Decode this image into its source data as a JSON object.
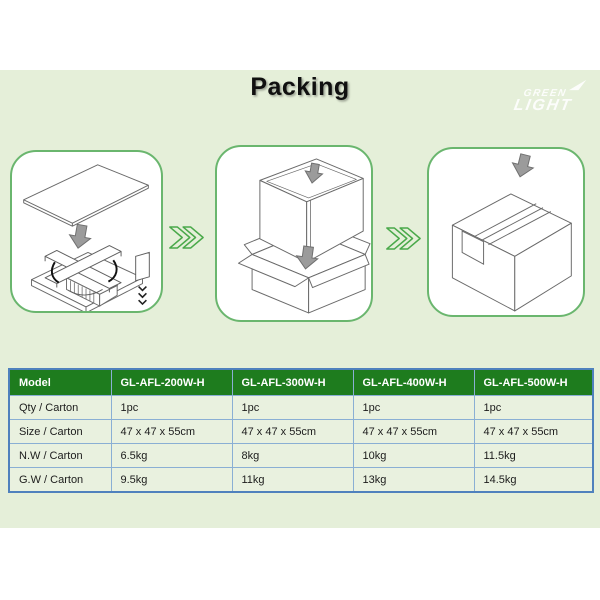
{
  "page": {
    "title": "Packing"
  },
  "brand": {
    "name": "GREEN LIGHT",
    "line1": "GREEN",
    "line2": "LIGHT"
  },
  "colors": {
    "band_bg": "#e5efd9",
    "panel_border": "#6ab66e",
    "chevron_green": "#4aa94a",
    "arrow_gray": "#9b9b9b",
    "table_header_bg": "#1e7c1e",
    "table_border_outer": "#4f81bd",
    "table_border_inner": "#8aafd4",
    "table_cell_bg": "#e9f1df"
  },
  "steps": [
    {
      "icon": "fixture-in-foam-packing-diagram"
    },
    {
      "icon": "inner-box-into-carton-diagram"
    },
    {
      "icon": "sealed-carton-diagram"
    }
  ],
  "icons": {
    "step_arrow": "double-chevron-right",
    "pack_arrow": "down-arrow"
  },
  "table": {
    "header": [
      "Model",
      "GL-AFL-200W-H",
      "GL-AFL-300W-H",
      "GL-AFL-400W-H",
      "GL-AFL-500W-H"
    ],
    "rows": [
      {
        "label": "Qty / Carton",
        "cells": [
          "1pc",
          "1pc",
          "1pc",
          "1pc"
        ]
      },
      {
        "label": "Size /  Carton",
        "cells": [
          "47 x 47 x 55cm",
          "47 x 47 x 55cm",
          "47 x 47 x 55cm",
          "47 x 47 x 55cm"
        ]
      },
      {
        "label": "N.W / Carton",
        "cells": [
          "6.5kg",
          "8kg",
          "10kg",
          "11.5kg"
        ]
      },
      {
        "label": "G.W / Carton",
        "cells": [
          "9.5kg",
          "11kg",
          "13kg",
          "14.5kg"
        ]
      }
    ]
  }
}
